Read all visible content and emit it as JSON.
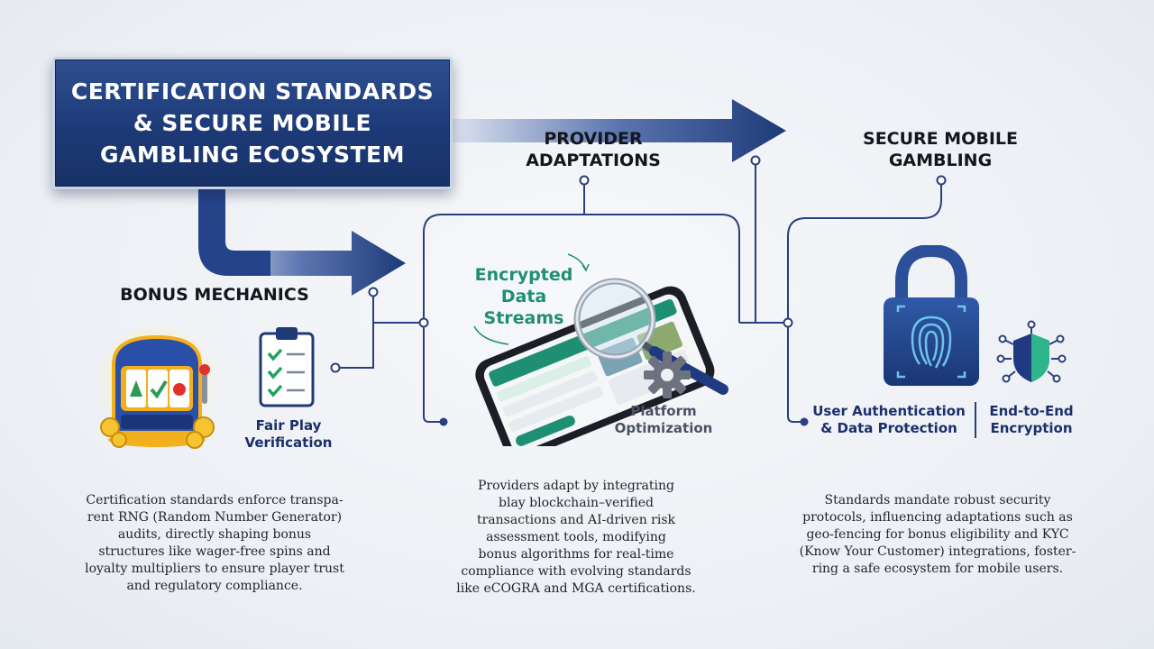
{
  "title": {
    "lines": [
      "CERTIFICATION STANDARDS",
      "& SECURE MOBILE",
      "GAMBLING ECOSYSTEM"
    ]
  },
  "sections": {
    "bonus": {
      "heading": "BONUS MECHANICS",
      "fair_play": [
        "Fair Play",
        "Verification"
      ],
      "paragraph": [
        "Certification standards enforce transpa-",
        "rent RNG (Random Number Generator)",
        "audits, directly shaping bonus",
        "structures like wager-free spins and",
        "loyalty multipliers to ensure player trust",
        "and regulatory compliance."
      ]
    },
    "provider": {
      "heading": [
        "PROVIDER",
        "ADAPTATIONS"
      ],
      "encrypted": [
        "Encrypted",
        "Data",
        "Streams"
      ],
      "platform": [
        "Platform",
        "Optimization"
      ],
      "paragraph": [
        "Providers adapt by integrating",
        "blay blockchain–verified",
        "transactions and AI-driven risk",
        "assessment tools, modifying",
        "bonus algorithms for real-time",
        "compliance with evolving standards",
        "like eCOGRA and MGA certifications."
      ]
    },
    "secure": {
      "heading": [
        "SECURE MOBILE",
        "GAMBLING"
      ],
      "user_auth": [
        "User Authentication",
        "& Data Protection"
      ],
      "e2e": [
        "End-to-End",
        "Encryption"
      ],
      "paragraph": [
        "Standards mandate robust security",
        "protocols, influencing adaptations such as",
        "geo-fencing for bonus eligibility and KYC",
        "(Know Your Customer) integrations, foster-",
        "ring a safe ecosystem for mobile users."
      ]
    }
  },
  "icons": {
    "slot_machine": "slot-machine-icon",
    "clipboard": "clipboard-checklist-icon",
    "phone": "smartphone-icon",
    "magnifier": "magnifying-glass-icon",
    "gear": "gear-icon",
    "padlock": "padlock-fingerprint-icon",
    "shield": "shield-network-icon"
  },
  "colors": {
    "navy": "#1d3a78",
    "connector": "#2a3f7e",
    "green": "#1f8f73",
    "text": "#14161c"
  }
}
